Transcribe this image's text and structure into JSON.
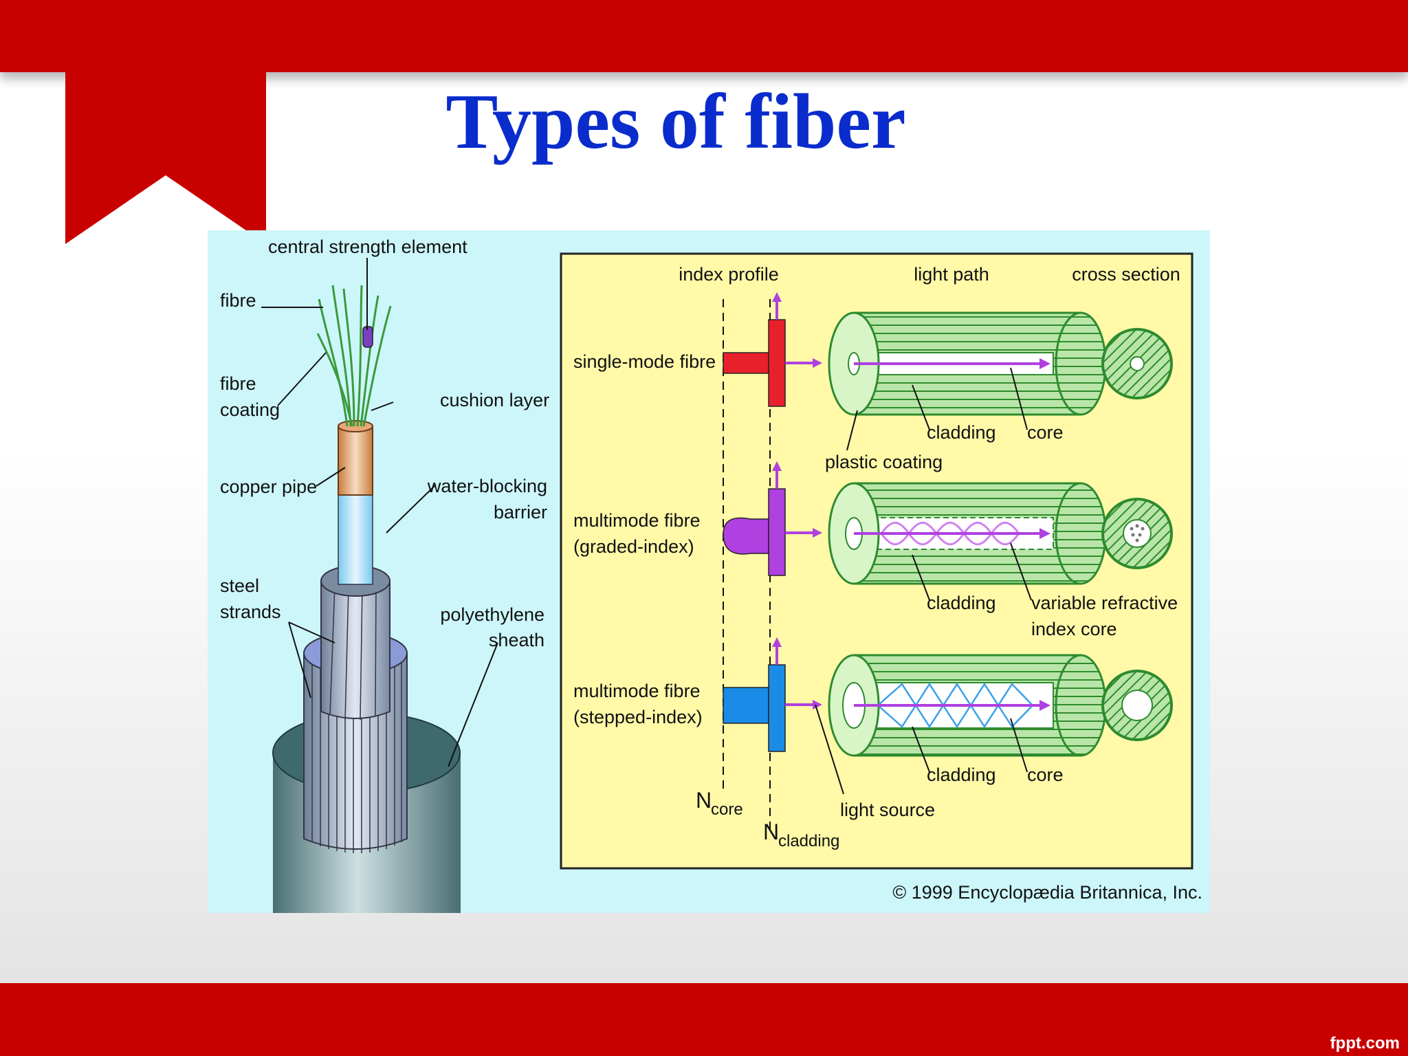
{
  "slide": {
    "title": "Types of fiber",
    "watermark": "fppt.com"
  },
  "colors": {
    "bar_red": "#c80000",
    "title_blue": "#0a2ccc",
    "cable_panel": "#ccf6fa",
    "fiber_panel": "#fff9a8",
    "single_mode": "#e8202c",
    "graded_index": "#b040e0",
    "stepped_index": "#1a8ce8",
    "cladding_green": "#2e8b2e"
  },
  "cable_labels": {
    "central_strength_element": "central strength element",
    "fibre": "fibre",
    "fibre_coating_1": "fibre",
    "fibre_coating_2": "coating",
    "cushion_layer": "cushion layer",
    "copper_pipe": "copper pipe",
    "water_blocking_1": "water-blocking",
    "water_blocking_2": "barrier",
    "steel_strands_1": "steel",
    "steel_strands_2": "strands",
    "polyethylene_1": "polyethylene",
    "polyethylene_2": "sheath"
  },
  "fiber_headers": {
    "index_profile": "index profile",
    "light_path": "light path",
    "cross_section": "cross section"
  },
  "fiber_rows": [
    {
      "name_1": "single-mode fibre",
      "name_2": "",
      "label_a": "cladding",
      "label_b": "core",
      "label_b2": ""
    },
    {
      "name_1": "multimode fibre",
      "name_2": "(graded-index)",
      "label_a": "cladding",
      "label_b": "variable refractive",
      "label_b2": "index core"
    },
    {
      "name_1": "multimode fibre",
      "name_2": "(stepped-index)",
      "label_a": "cladding",
      "label_b": "core",
      "label_b2": ""
    }
  ],
  "fiber_notes": {
    "plastic_coating": "plastic coating",
    "light_source": "light source",
    "n_core_main": "N",
    "n_core_sub": "core",
    "n_cladding_main": "N",
    "n_cladding_sub": "cladding"
  },
  "copyright": "© 1999 Encyclopædia Britannica, Inc."
}
